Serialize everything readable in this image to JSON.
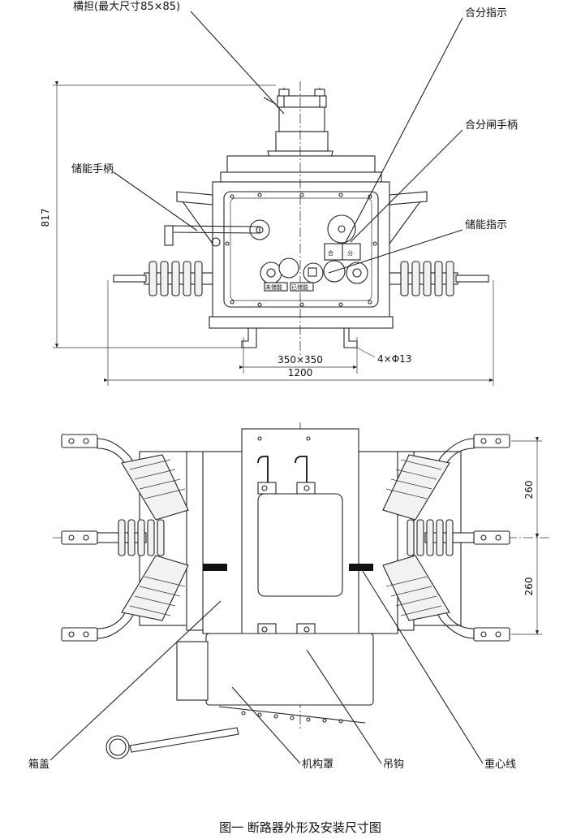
{
  "labels": {
    "crossarm": "横担(最大尺寸85×85)",
    "indicator_on_off": "合分指示",
    "handle_on_off": "合分闸手柄",
    "handle_energy": "储能手柄",
    "indicator_energy": "储能指示",
    "box_cover": "箱盖",
    "mechanism_cover": "机构罩",
    "hook": "吊钩",
    "center_line": "重心线"
  },
  "panel": {
    "close_mark": "合",
    "open_mark": "分",
    "not_charged": "未储能",
    "charged": "已储能"
  },
  "dimensions": {
    "height": "817",
    "base": "350×350",
    "holes": "4×Φ13",
    "width": "1200",
    "spacing_top": "260",
    "spacing_bottom": "260"
  },
  "caption": "图一 断路器外形及安装尺寸图"
}
